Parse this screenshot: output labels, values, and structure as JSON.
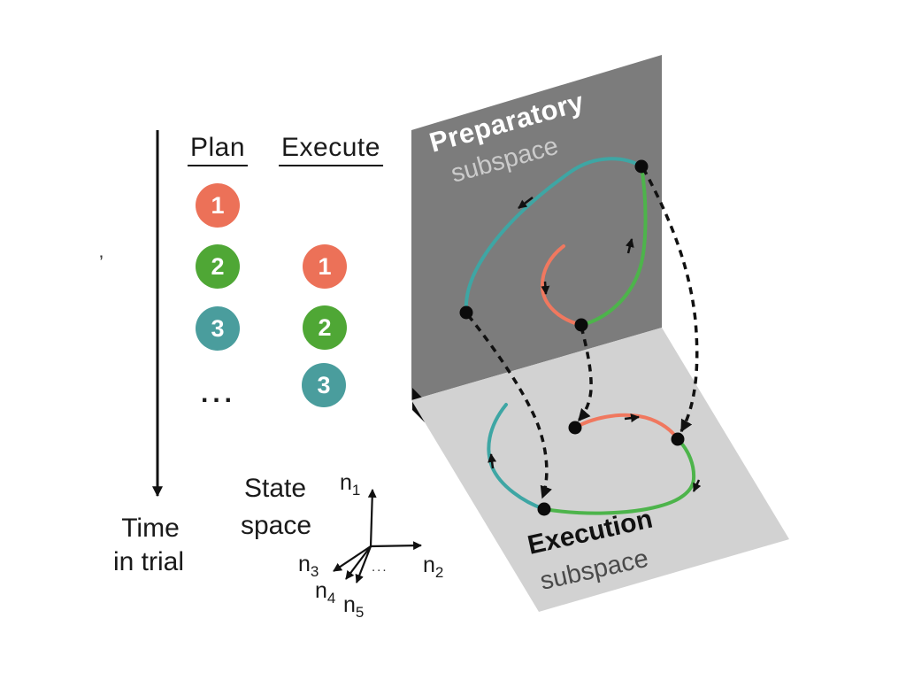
{
  "colors": {
    "salmon": "#EC7158",
    "green": "#4FA735",
    "teal": "#4A9D9D",
    "salmon_curve": "#F0785F",
    "green_curve": "#4DB44B",
    "teal_curve": "#3EA6A4",
    "plane_dark": "#7C7C7C",
    "plane_light": "#D2D2D2",
    "ink": "#111111",
    "prep_subtitle_gray": "#CBCBCB",
    "exec_subtitle_gray": "#4A4A4A"
  },
  "left_panel": {
    "plan": {
      "header": "Plan",
      "circles": [
        "1",
        "2",
        "3"
      ],
      "ellipsis": "..."
    },
    "execute": {
      "header": "Execute",
      "circles": [
        "1",
        "2",
        "3"
      ]
    },
    "time_axis": {
      "line1": "Time",
      "line2": "in trial"
    },
    "stray_mark": "’",
    "state_space": {
      "line1": "State",
      "line2": "space",
      "ellipsis": "...",
      "axes": [
        {
          "base": "n",
          "sub": "1"
        },
        {
          "base": "n",
          "sub": "2"
        },
        {
          "base": "n",
          "sub": "3"
        },
        {
          "base": "n",
          "sub": "4"
        },
        {
          "base": "n",
          "sub": "5"
        }
      ]
    }
  },
  "diagram": {
    "preparatory": {
      "title": "Preparatory",
      "subtitle": "subspace"
    },
    "execution": {
      "title": "Execution",
      "subtitle": "subspace"
    }
  }
}
